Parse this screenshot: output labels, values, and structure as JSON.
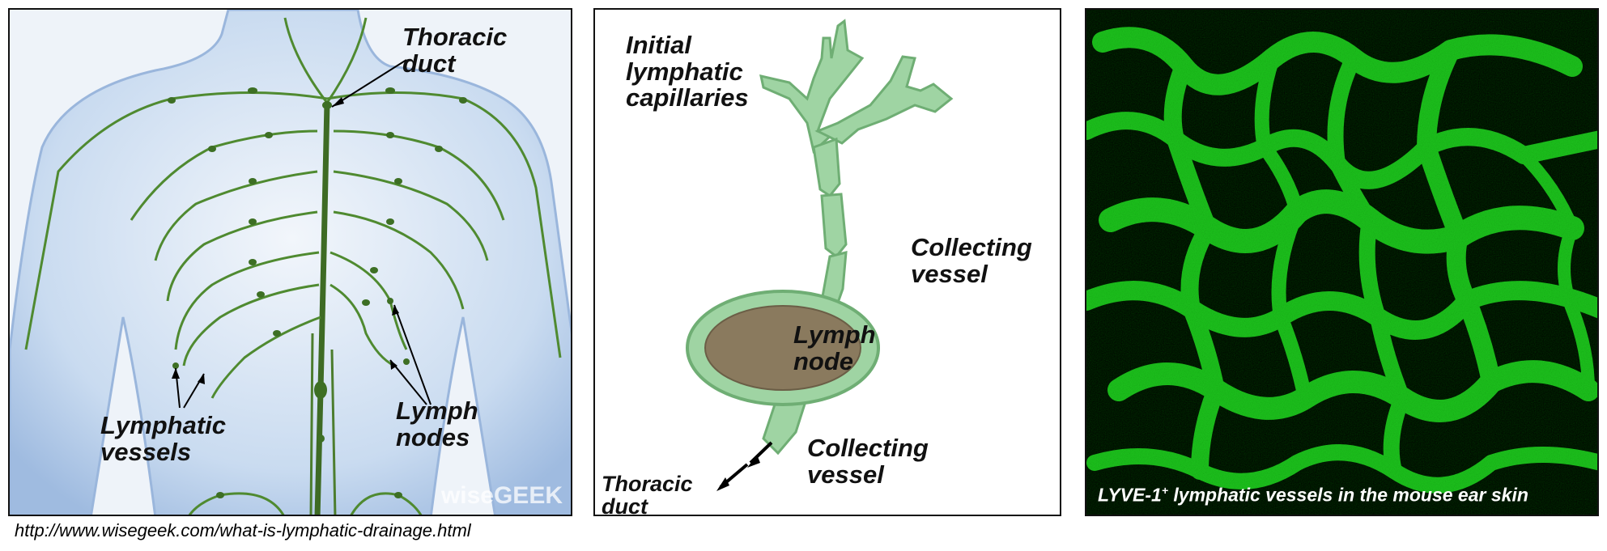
{
  "panel_body": {
    "labels": {
      "thoracic_duct": "Thoracic\nduct",
      "lymphatic_vessels": "Lymphatic\nvessels",
      "lymph_nodes": "Lymph\nnodes"
    },
    "watermark": "wiseGEEK",
    "source_url": "http://www.wisegeek.com/what-is-lymphatic-drainage.html"
  },
  "panel_schematic": {
    "labels": {
      "initial_capillaries": "Initial\nlymphatic\ncapillaries",
      "collecting_vessel_upper": "Collecting\nvessel",
      "lymph_node": "Lymph\nnode",
      "collecting_vessel_lower": "Collecting\nvessel",
      "thoracic_duct": "Thoracic\nduct"
    },
    "colors": {
      "vessel": "#9fd4a3",
      "vessel_edge": "#6fae74",
      "node_core": "#8a7a5e"
    }
  },
  "panel_micrograph": {
    "caption_prefix": "LYVE-1",
    "caption_sup": "+",
    "caption_suffix": " lymphatic vessels  in the mouse ear skin",
    "colors": {
      "background": "#000000",
      "signal": "#22cc22"
    }
  }
}
